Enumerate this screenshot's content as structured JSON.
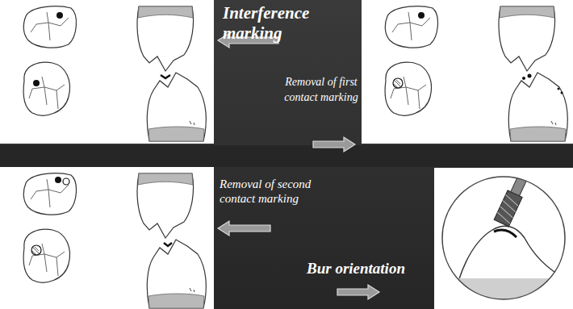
{
  "diagram": {
    "labels": [
      "Interference marking",
      "Removal of first contact marking",
      "Removal of second contact marking",
      "Bur orientation"
    ]
  }
}
